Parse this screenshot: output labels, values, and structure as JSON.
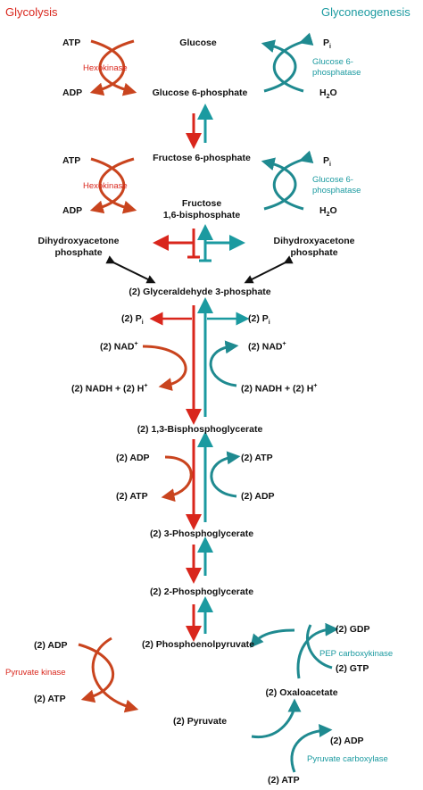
{
  "headers": {
    "glycolysis": "Glycolysis",
    "gluconeogenesis": "Glyconeogenesis"
  },
  "molecules": {
    "glucose": "Glucose",
    "g6p": "Glucose 6-phosphate",
    "f6p": "Fructose 6-phosphate",
    "f16bp_1": "Fructose",
    "f16bp_2": "1,6-bisphosphate",
    "dhap_left_1": "Dihydroxyacetone",
    "dhap_left_2": "phosphate",
    "dhap_right_1": "Dihydroxyacetone",
    "dhap_right_2": "phosphate",
    "g3p": "(2) Glyceraldehyde 3-phosphate",
    "bpg13": "(2) 1,3-Bisphosphoglycerate",
    "pg3": "(2) 3-Phosphoglycerate",
    "pg2": "(2) 2-Phosphoglycerate",
    "pep": "(2) Phosphoenolpyruvate",
    "oaa": "(2) Oxaloacetate",
    "pyruvate": "(2) Pyruvate"
  },
  "cofactors": {
    "atp_1": "ATP",
    "adp_1": "ADP",
    "pi_1": "P",
    "pi_1_sub": "i",
    "h2o_1_a": "H",
    "h2o_1_sub": "2",
    "h2o_1_b": "O",
    "atp_2": "ATP",
    "adp_2": "ADP",
    "pi_2": "P",
    "pi_2_sub": "i",
    "h2o_2_a": "H",
    "h2o_2_sub": "2",
    "h2o_2_b": "O",
    "pi_l": "(2) P",
    "pi_l_sub": "i",
    "pi_r": "(2) P",
    "pi_r_sub": "i",
    "nad_l": "(2) NAD",
    "nad_l_sup": "+",
    "nad_r": "(2) NAD",
    "nad_r_sup": "+",
    "nadh_l": "(2)  NADH + (2) H",
    "nadh_l_sup": "+",
    "nadh_r": "(2)  NADH + (2) H",
    "nadh_r_sup": "+",
    "adp_bpg_l": "(2)  ADP",
    "atp_bpg_r": "(2)  ATP",
    "atp_pg_l": "(2)  ATP",
    "adp_pg_r": "(2)  ADP",
    "adp_pk": "(2)  ADP",
    "atp_pk": "(2) ATP",
    "gdp": "(2)  GDP",
    "gtp": "(2)  GTP",
    "adp_pc": "(2)  ADP",
    "atp_pc": "(2) ATP"
  },
  "enzymes": {
    "hexokinase_1": "Hexokinase",
    "hexokinase_2": "Hexokinase",
    "g6pase_1a": "Glucose 6-",
    "g6pase_1b": "phosphatase",
    "g6pase_2a": "Glucose 6-",
    "g6pase_2b": "phosphatase",
    "pyruvate_kinase": "Pyruvate kinase",
    "pepck": "PEP carboxykinase",
    "pyruvate_carboxylase": "Pyruvate carboxylase"
  },
  "colors": {
    "glycolysis": "#d9261c",
    "gluconeogenesis": "#1b9aa0",
    "curve_red": "#c9441e",
    "curve_teal": "#1f8a90",
    "text": "#111111"
  }
}
